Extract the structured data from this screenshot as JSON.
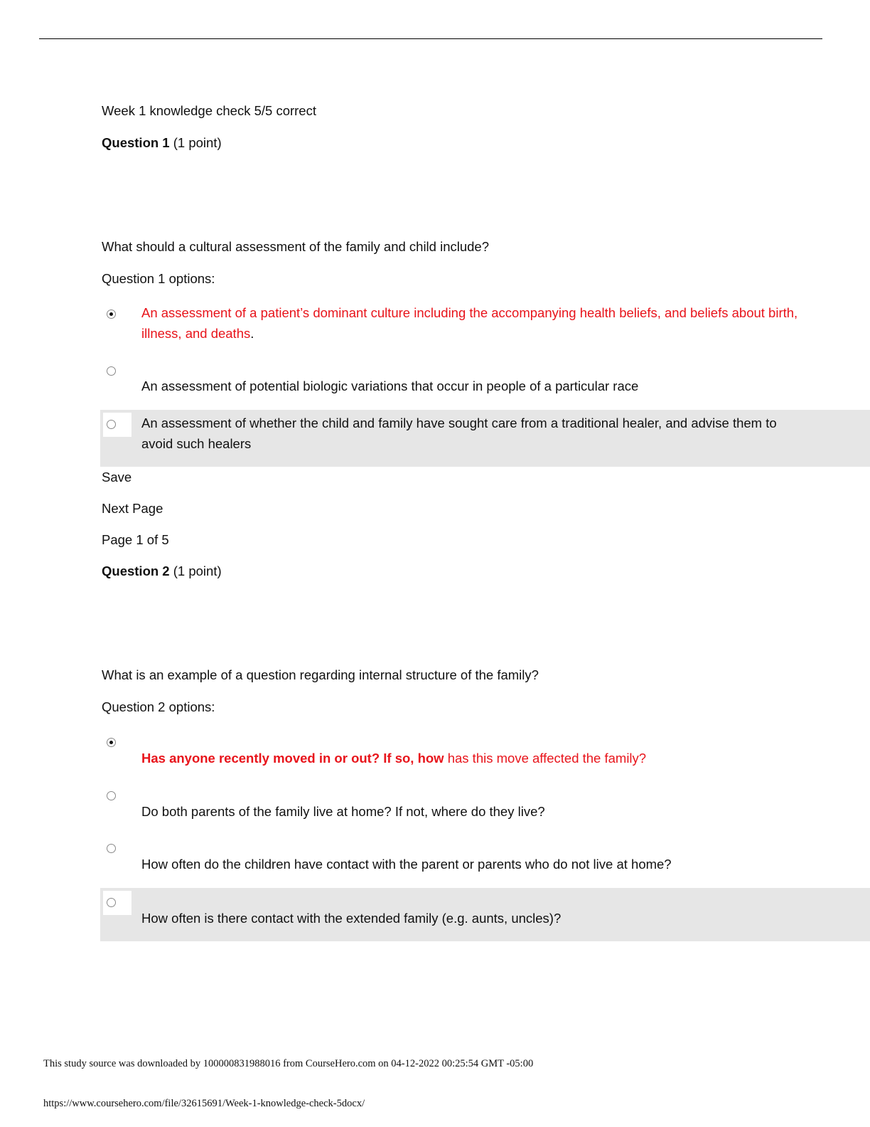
{
  "header": {
    "title": "Week 1 knowledge check  5/5 correct"
  },
  "questions": [
    {
      "label": "Question 1",
      "points": "(1 point)",
      "prompt": "What should a cultural assessment of the family and child include?",
      "options_label": "Question 1 options:",
      "options": [
        {
          "line1": "An assessment of a patient’s dominant culture including the accompanying health beliefs, and beliefs about birth,",
          "line2": "illness, and deaths",
          "suffix": ".",
          "selected": true
        },
        {
          "text": "An assessment of potential biologic variations that occur in people of a particular race",
          "selected": false
        },
        {
          "line1": "An assessment of whether the child and family have sought care from a traditional healer, and advise them to",
          "line2": "avoid such healers",
          "selected": false
        }
      ]
    },
    {
      "label": "Question 2",
      "points": "(1 point)",
      "prompt": "What is an example of a question regarding internal structure of the family?",
      "options_label": "Question 2 options:",
      "options": [
        {
          "bold": "Has anyone recently moved in or out? If so, how",
          "rest": " has this move affected the family?",
          "selected": true
        },
        {
          "text": "Do both parents of the family live at home? If not, where do they live?",
          "selected": false
        },
        {
          "text": "How often do the children have contact with the parent or parents who do not live at home?",
          "selected": false
        },
        {
          "text": "How often is there contact with the extended family (e.g. aunts, uncles)?",
          "selected": false
        }
      ]
    }
  ],
  "nav": {
    "save": "Save",
    "next": "Next Page",
    "page": "Page 1 of 5"
  },
  "footer": {
    "download_note": "This study source was downloaded by 100000831988016 from CourseHero.com on 04-12-2022 00:25:54 GMT -05:00",
    "url": "https://www.coursehero.com/file/32615691/Week-1-knowledge-check-5docx/"
  },
  "colors": {
    "answer": "#e8141b",
    "band": "#e6e6e6"
  }
}
